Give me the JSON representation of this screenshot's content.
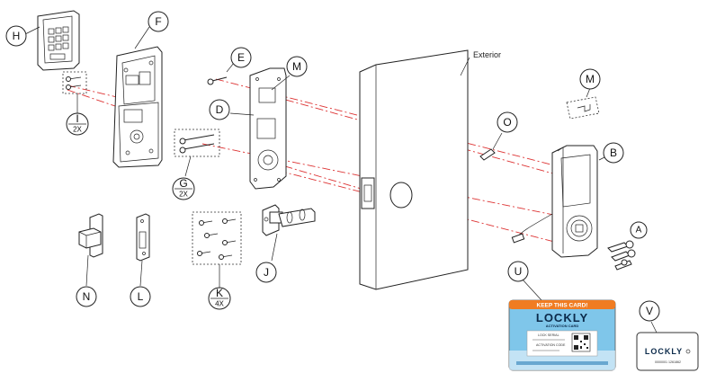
{
  "labels": {
    "H": "H",
    "F": "F",
    "E": "E",
    "M_top": "M",
    "D": "D",
    "I": "I",
    "I_qty": "2X",
    "G": "G",
    "G_qty": "2X",
    "J": "J",
    "K": "K",
    "K_qty": "4X",
    "N": "N",
    "L": "L",
    "O": "O",
    "M_right": "M",
    "B": "B",
    "A": "A",
    "U": "U",
    "V": "V"
  },
  "door_label": "Exterior",
  "card": {
    "header": "KEEP THIS CARD!",
    "brand": "LOCKLY",
    "subtitle": "ACTIVATION CARD",
    "serial_label": "LOCK SERIAL",
    "code_label": "ACTIVATION CODE"
  },
  "small_card": {
    "brand": "LOCKLY",
    "code": "0000001 1261862"
  },
  "colors": {
    "accent_red": "#d33333",
    "card_orange": "#f07c22",
    "brand_navy": "#0b2a4a"
  }
}
